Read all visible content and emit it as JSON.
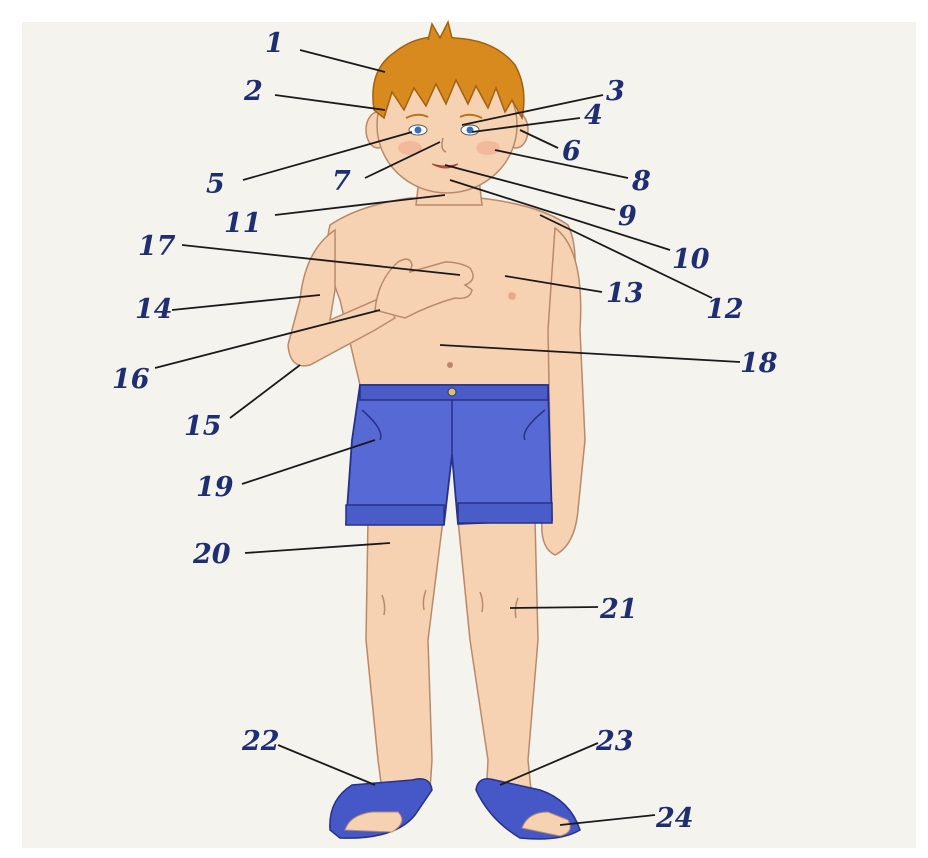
{
  "colors": {
    "paper": "#f4f3ee",
    "skin": "#f6d2b3",
    "skin_shade": "#e9b58f",
    "hair": "#d98a1e",
    "shorts": "#5669d4",
    "shorts_shade": "#3e4fb8",
    "sandals": "#4657c7",
    "label": "#1f2e73",
    "leader": "#1a1a1a"
  },
  "labels": [
    {
      "id": "1",
      "text": "1"
    },
    {
      "id": "2",
      "text": "2"
    },
    {
      "id": "3",
      "text": "3"
    },
    {
      "id": "4",
      "text": "4"
    },
    {
      "id": "5",
      "text": "5"
    },
    {
      "id": "6",
      "text": "6"
    },
    {
      "id": "7",
      "text": "7"
    },
    {
      "id": "8",
      "text": "8"
    },
    {
      "id": "9",
      "text": "9"
    },
    {
      "id": "10",
      "text": "10"
    },
    {
      "id": "11",
      "text": "11"
    },
    {
      "id": "12",
      "text": "12"
    },
    {
      "id": "13",
      "text": "13"
    },
    {
      "id": "14",
      "text": "14"
    },
    {
      "id": "15",
      "text": "15"
    },
    {
      "id": "16",
      "text": "16"
    },
    {
      "id": "17",
      "text": "17"
    },
    {
      "id": "18",
      "text": "18"
    },
    {
      "id": "19",
      "text": "19"
    },
    {
      "id": "20",
      "text": "20"
    },
    {
      "id": "21",
      "text": "21"
    },
    {
      "id": "22",
      "text": "22"
    },
    {
      "id": "23",
      "text": "23"
    },
    {
      "id": "24",
      "text": "24"
    }
  ]
}
